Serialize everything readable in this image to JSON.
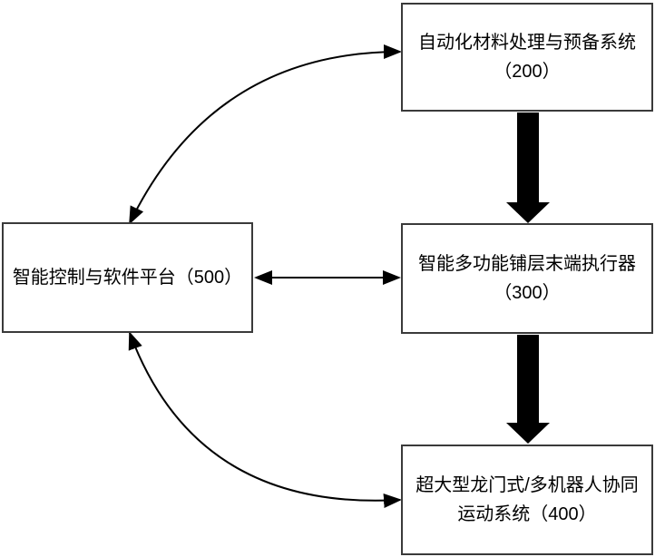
{
  "diagram": {
    "colors": {
      "background": "#ffffff",
      "box_border": "#3a3a3a",
      "box_fill": "#ffffff",
      "text": "#000000",
      "arrow": "#000000"
    },
    "boxes": {
      "b200": {
        "line1": "自动化材料处理与预备系统",
        "line2": "（200）"
      },
      "b300": {
        "line1": "智能多功能铺层末端执行器",
        "line2": "（300）"
      },
      "b400": {
        "line1": "超大型龙门式/多机器人协同",
        "line2": "运动系统（400）"
      },
      "b500": {
        "line1": "智能控制与软件平台（500）"
      }
    },
    "connections": [
      {
        "from": "智能控制与软件平台（500）",
        "to": "自动化材料处理与预备系统（200）",
        "style": "thin-curved",
        "bidirectional": true
      },
      {
        "from": "自动化材料处理与预备系统（200）",
        "to": "智能多功能铺层末端执行器（300）",
        "style": "thick-straight",
        "bidirectional": false
      },
      {
        "from": "智能控制与软件平台（500）",
        "to": "智能多功能铺层末端执行器（300）",
        "style": "thin-straight",
        "bidirectional": true
      },
      {
        "from": "智能多功能铺层末端执行器（300）",
        "to": "超大型龙门式/多机器人协同运动系统（400）",
        "style": "thick-straight",
        "bidirectional": false
      },
      {
        "from": "智能控制与软件平台（500）",
        "to": "超大型龙门式/多机器人协同运动系统（400）",
        "style": "thin-curved",
        "bidirectional": true
      }
    ]
  }
}
